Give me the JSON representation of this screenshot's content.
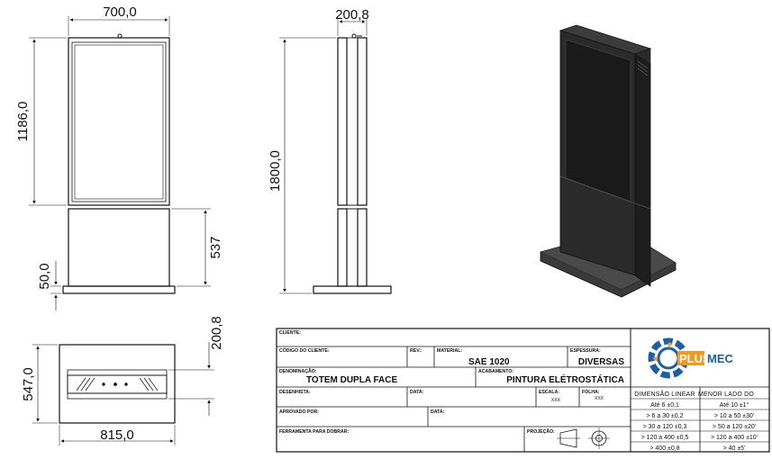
{
  "dimensions": {
    "front_width": "700,0",
    "front_screen_height": "1186,0",
    "front_lower_height": "537",
    "front_base_height": "50,0",
    "side_depth": "200,8",
    "side_total_height": "1800,0",
    "top_depth": "547,0",
    "top_total_depth": "200,8",
    "top_width": "815,0"
  },
  "title_block": {
    "cliente_label": "CLIENTE:",
    "codigo_label": "CÓDIGO DO CLIENTE:",
    "rev_label": "REV.:",
    "material_label": "MATERIAL:",
    "material_value": "SAE 1020",
    "espessura_label": "ESPESSURA:",
    "espessura_value": "DIVERSAS",
    "denominacao_label": "DENOMINAÇÃO:",
    "denominacao_value": "TOTEM DUPLA FACE",
    "acabamento_label": "ACABAMENTO:",
    "acabamento_value": "PINTURA ELÉTROSTÁTICA",
    "desenhista_label": "DESENHISTA:",
    "data_label": "DATA:",
    "escala_label": "ESCALA:",
    "escala_value": "XXX",
    "folha_label": "FOLHA:",
    "folha_value": "XXX",
    "aprovado_label": "APROVADO POR:",
    "data2_label": "DATA:",
    "ferramenta_label": "FERRAMENTA PARA DOBRAR:",
    "projecao_label": "PROJEÇÃO:"
  },
  "tolerances": {
    "linear_header": "DIMENSÃO LINEAR",
    "angular_header": "MENOR LADO DO",
    "linear_rows": [
      "Até 6  ±0,1",
      "> 6 a 30 ±0,2",
      "> 30 a 120 ±0,3",
      "> 120 a 400 ±0,5",
      "> 400 ±0,8"
    ],
    "angular_rows": [
      "Até 10 ±1°",
      "> 10 a 50 ±30'",
      "> 50 a 120 ±20'",
      "> 120 a 400 ±10'",
      "> 40 ±5'"
    ]
  },
  "logo": {
    "plus": "PLUS",
    "mec": "MEC"
  }
}
